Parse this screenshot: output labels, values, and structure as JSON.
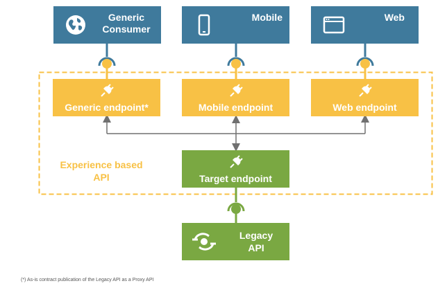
{
  "consumers": [
    {
      "id": "generic",
      "label": "Generic Consumer",
      "icon": "globe-icon"
    },
    {
      "id": "mobile",
      "label": "Mobile",
      "icon": "smartphone-icon"
    },
    {
      "id": "web",
      "label": "Web",
      "icon": "browser-window-icon"
    }
  ],
  "endpoints": [
    {
      "id": "generic",
      "label": "Generic endpoint*",
      "icon": "plug-icon"
    },
    {
      "id": "mobile",
      "label": "Mobile endpoint",
      "icon": "plug-icon"
    },
    {
      "id": "web",
      "label": "Web endpoint",
      "icon": "plug-icon"
    }
  ],
  "target": {
    "label": "Target endpoint",
    "icon": "plug-icon"
  },
  "legacy": {
    "label": "Legacy API",
    "icon": "sync-icon"
  },
  "region": {
    "label": "Experience based API"
  },
  "footnote": "(*) As-is contract publication of the Legacy API as a Proxy API",
  "colors": {
    "consumer": "#3f7a9c",
    "endpoint": "#f8c145",
    "backend": "#7aa842",
    "connector": "#707070"
  }
}
